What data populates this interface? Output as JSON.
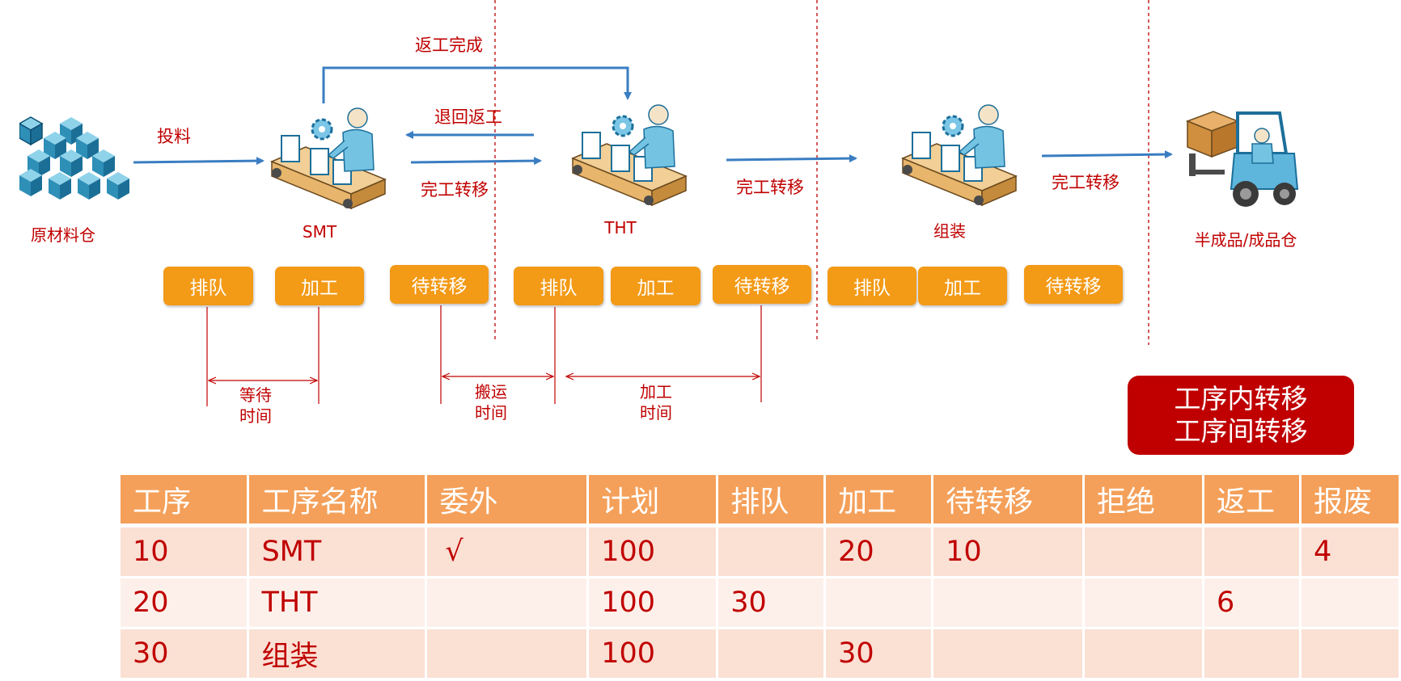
{
  "flow": {
    "rework_done": "返工完成",
    "return_rework": "退回返工",
    "feed": "投料",
    "complete_transfer": "完工转移"
  },
  "stations": {
    "raw_warehouse": "原材料仓",
    "smt": "SMT",
    "tht": "THT",
    "assembly": "组装",
    "finished_warehouse": "半成品/成品仓"
  },
  "states": {
    "queue": "排队",
    "process": "加工",
    "to_move": "待转移"
  },
  "metrics": {
    "wait_time": [
      "等待",
      "时间"
    ],
    "move_time": [
      "搬运",
      "时间"
    ],
    "process_time": [
      "加工",
      "时间"
    ]
  },
  "legend": {
    "line1": "工序内转移",
    "line2": "工序间转移"
  },
  "table": {
    "headers": [
      "工序",
      "工序名称",
      "委外",
      "计划",
      "排队",
      "加工",
      "待转移",
      "拒绝",
      "返工",
      "报废"
    ],
    "rows": [
      [
        "10",
        "SMT",
        "√",
        "100",
        "",
        "20",
        "10",
        "",
        "",
        "4"
      ],
      [
        "20",
        "THT",
        "",
        "100",
        "30",
        "",
        "",
        "",
        "6",
        ""
      ],
      [
        "30",
        "组装",
        "",
        "100",
        "",
        "30",
        "",
        "",
        "",
        ""
      ]
    ]
  },
  "colors": {
    "accent_red": "#c00000",
    "state_orange": "#f39a16",
    "arrow_blue": "#3a7dc2",
    "table_header": "#f4a05a"
  }
}
